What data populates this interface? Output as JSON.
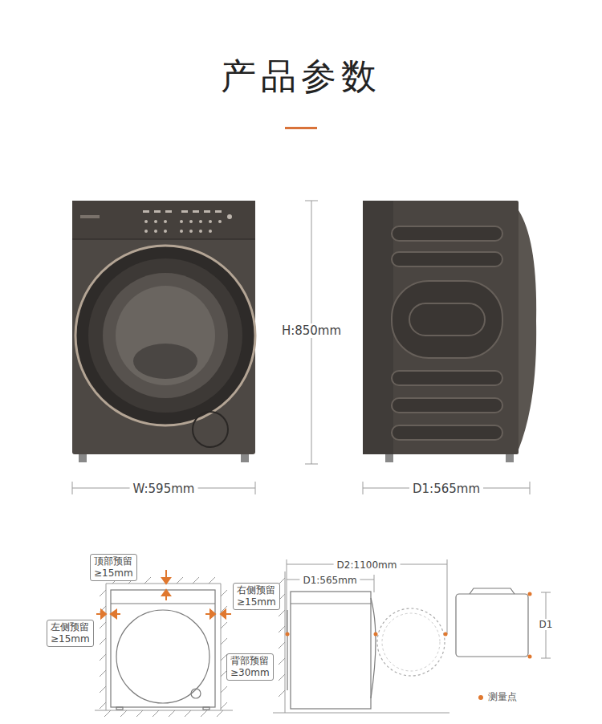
{
  "diagram": {
    "title": "产品参数",
    "nodes": [
      {
        "text": [
          "顶部预留",
          "≥15mm"
        ]
      },
      {
        "text": [
          "右侧预留",
          "≥15mm"
        ]
      },
      {
        "text": [
          "左侧预留",
          "≥15mm"
        ]
      },
      {
        "text": [
          "背部预留",
          "≥30mm"
        ]
      }
    ],
    "labels": [
      "H:850mm",
      "W:595mm",
      "D1:565mm",
      "D2:1100mm",
      "D1:565mm",
      "D1"
    ],
    "legend": [
      {
        "text": "测量点",
        "color": "#e0782f"
      }
    ]
  }
}
